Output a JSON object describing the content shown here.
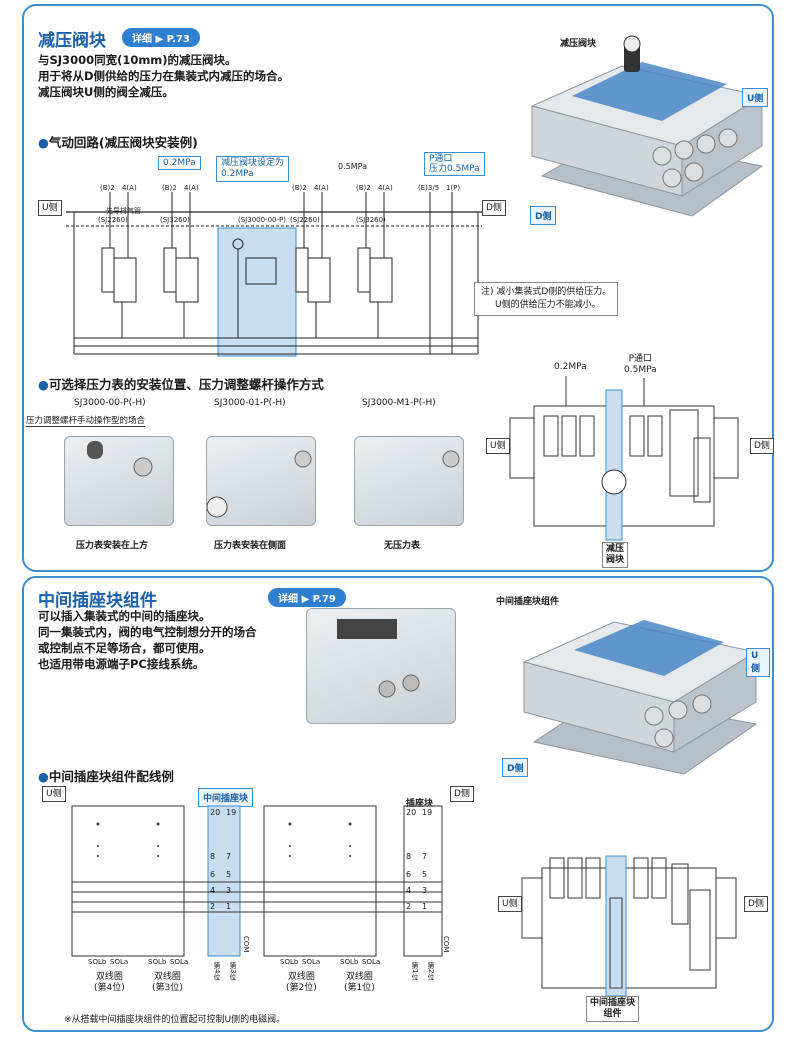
{
  "section1": {
    "title": "减压阀块",
    "detail_pill": "详细 ▶ P.73",
    "description": [
      "与SJ3000同宽(10mm)的减压阀块。",
      "用于将从D侧供给的压力在集装式内减压的场合。",
      "减压阀块U侧的阀全减压。"
    ],
    "product_label": "减压阀块",
    "u_side": "U侧",
    "d_side": "D侧",
    "circuit": {
      "heading": "气动回路(减压阀块安装例)",
      "left_pressure": "0.2MPa",
      "regulator_setting": [
        "减压阀块设定为",
        "0.2MPa"
      ],
      "right_pressure": "0.5MPa",
      "p_port": [
        "P通口",
        "压力0.5MPa"
      ],
      "ports": [
        "(B)2",
        "4(A)",
        "(B)2",
        "4(A)",
        "(B)2",
        "4(A)",
        "(B)2",
        "4(A)",
        "(E)3/5",
        "1(P)"
      ],
      "block_plate": "先导排气管",
      "valves": [
        "(SJ2260)",
        "(SJ3260)",
        "(SJ3000-00-P)",
        "(SJ2260)",
        "(SJ3260)"
      ],
      "u_side": "U侧",
      "d_side": "D侧",
      "note": [
        "注) 减小集装式D侧的供给压力。",
        "U侧的供给压力不能减小。"
      ]
    },
    "options": {
      "heading": "可选择压力表的安装位置、压力调整螺杆操作方式",
      "models": [
        "SJ3000-00-P(-H)",
        "SJ3000-01-P(-H)",
        "SJ3000-M1-P(-H)"
      ],
      "manual_note": "压力调整螺杆手动操作型的场合",
      "captions": [
        "压力表安装在上方",
        "压力表安装在侧面",
        "无压力表"
      ]
    },
    "topview": {
      "pressure_left": "0.2MPa",
      "p_port": [
        "P通口",
        "0.5MPa"
      ],
      "u_side": "U侧",
      "d_side": "D侧",
      "block_label": [
        "减压",
        "阀块"
      ]
    }
  },
  "section2": {
    "title": "中间插座块组件",
    "detail_pill": "详细 ▶ P.79",
    "description": [
      "可以插入集装式的中间的插座块。",
      "同一集装式内，阀的电气控制想分开的场合",
      "或控制点不足等场合，都可使用。",
      "也适用带电源端子PC接线系统。"
    ],
    "product_label": "中间插座块组件",
    "u_side": "U侧",
    "d_side": "D侧",
    "wiring": {
      "heading": "中间插座块组件配线例",
      "u_side": "U侧",
      "d_side": "D侧",
      "middle_block": "中间插座块",
      "socket_block": "插座块",
      "pins": [
        "20",
        "19",
        "8",
        "7",
        "6",
        "5",
        "4",
        "3",
        "2",
        "1"
      ],
      "sol_pair": [
        "SOLb",
        "SOLa"
      ],
      "coils": [
        [
          "双线圈",
          "(第4位)"
        ],
        [
          "双线圈",
          "(第3位)"
        ],
        [
          "双线圈",
          "(第2位)"
        ],
        [
          "双线圈",
          "(第1位)"
        ]
      ],
      "vertical_labels": [
        "第4位",
        "第3位",
        "第2位",
        "第1位"
      ],
      "common": "COM",
      "footnote": "※从搭载中间插座块组件的位置起可控制U侧的电磁阀。"
    },
    "topview": {
      "u_side": "U侧",
      "d_side": "D侧",
      "block_label": [
        "中间插座块",
        "组件"
      ]
    }
  },
  "colors": {
    "accent": "#1a5fa8",
    "border": "#3d8ecf",
    "highlight": "#c9ddf0"
  }
}
